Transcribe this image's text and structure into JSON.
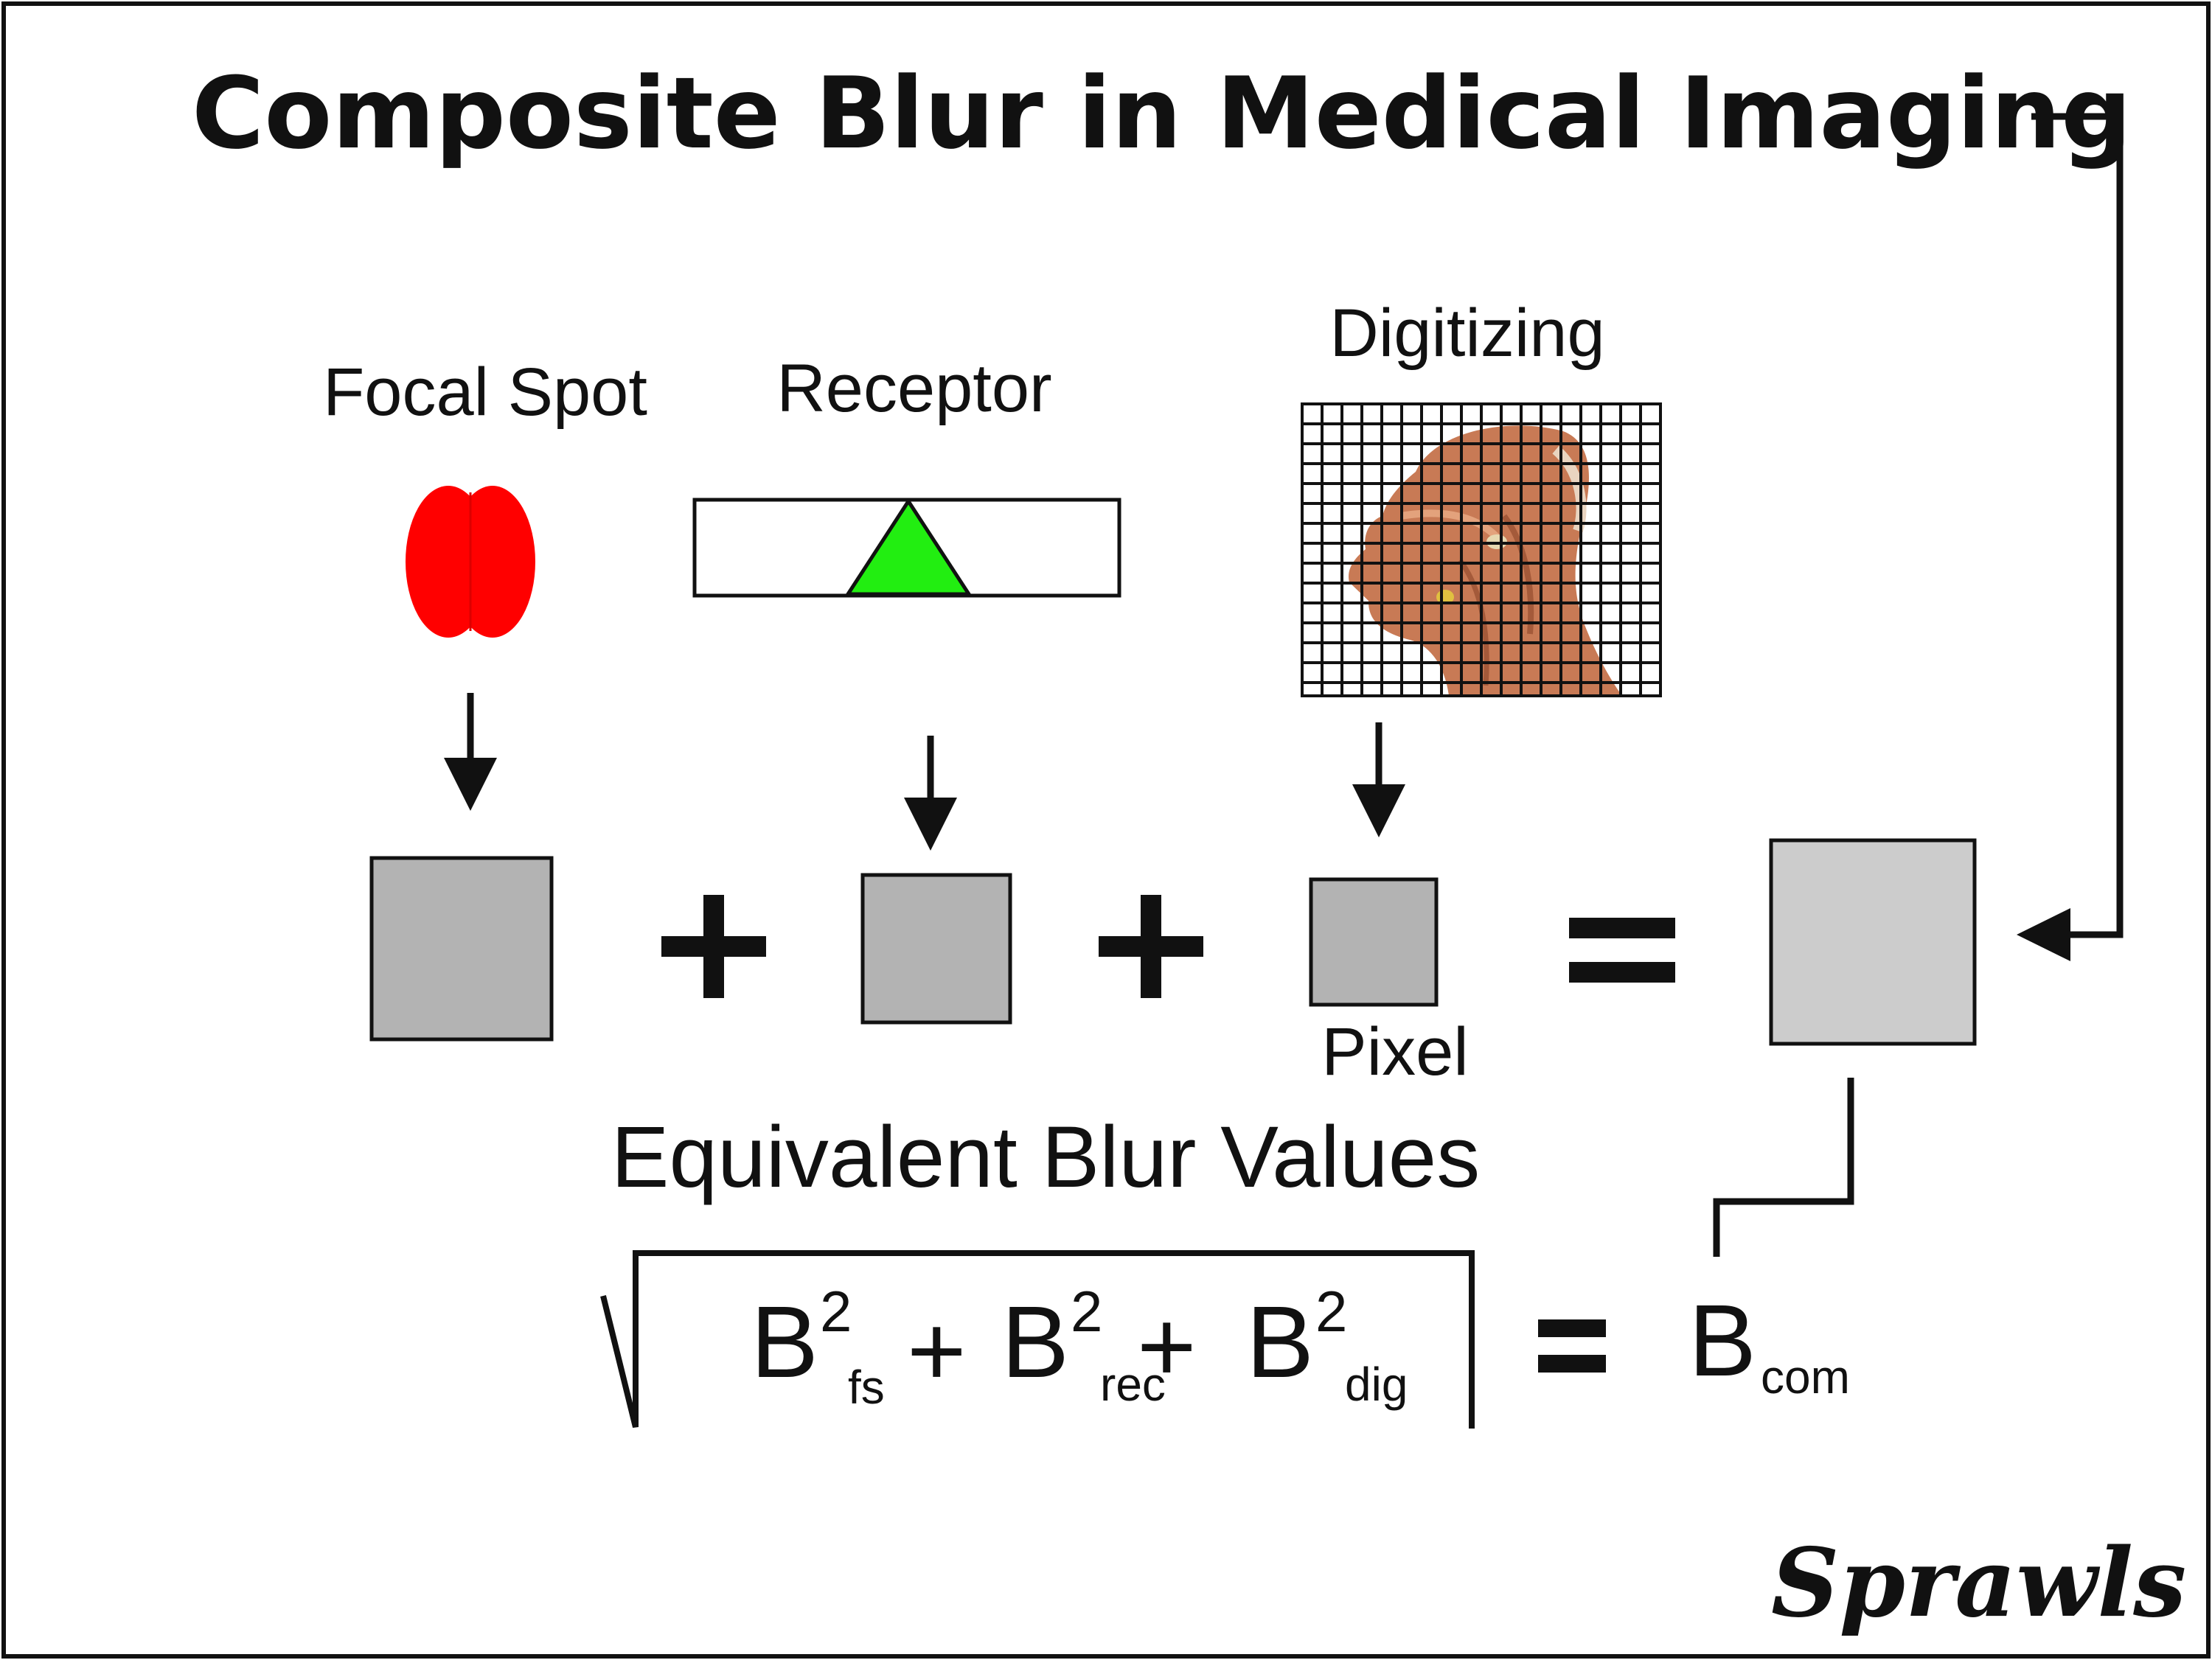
{
  "title": "Composite Blur in Medical Imaging",
  "sources": {
    "focal_spot": "Focal Spot",
    "receptor": "Receptor",
    "digitizing": "Digitizing"
  },
  "pixel_label": "Pixel",
  "operators": {
    "plus": "+",
    "equals": "="
  },
  "caption": "Equivalent Blur Values",
  "formula": {
    "base": "B",
    "exponent": "2",
    "term1_subscript": "fs",
    "term2_subscript": "rec",
    "term3_subscript": "dig",
    "plus": "+",
    "equals": "=",
    "result_base": "B",
    "result_subscript": "com"
  },
  "signature": "Sprawls",
  "colors": {
    "focal_spot_fill": "#ff0000",
    "receptor_triangle_fill": "#22ee11",
    "blur_box_fill": "#b3b3b3",
    "composite_box_fill": "#cccccc",
    "anatomy_skin": "#c87a55"
  },
  "icons": {
    "focal_spot": "focal-spot-icon",
    "receptor": "receptor-icon",
    "digitizing": "digitized-head-grid-icon"
  }
}
